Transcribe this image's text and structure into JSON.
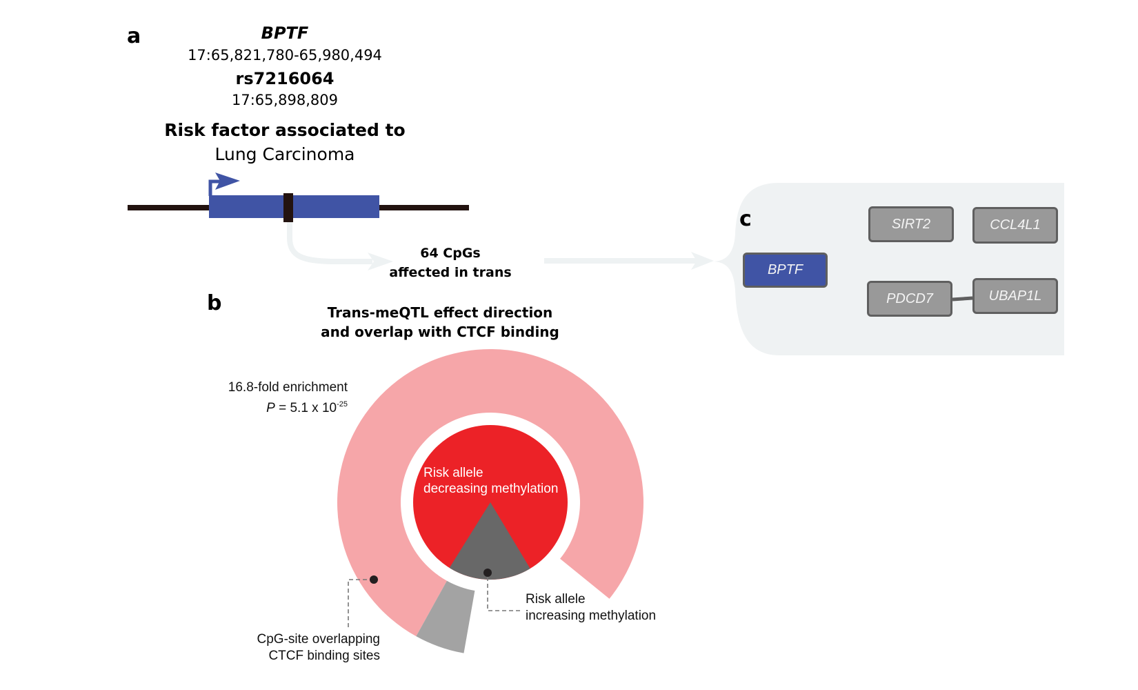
{
  "colors": {
    "gene_blue": "#4054a5",
    "chromosome_line": "#231310",
    "arrow_light": "#eef2f3",
    "panel_c_bg": "#eff2f3",
    "ring_pink": "#f6a6a9",
    "risk_red": "#ec2227",
    "dark_gray": "#686868",
    "ctcf_gray": "#a3a3a3",
    "gene_box_gray": "#999999",
    "gene_box_border": "#5f5f5f"
  },
  "panel_a": {
    "letter": "a",
    "gene_name": "BPTF",
    "gene_coords": "17:65,821,780-65,980,494",
    "snp_id": "rs7216064",
    "snp_coords": "17:65,898,809",
    "risk_heading": "Risk factor associated to",
    "disease": "Lung Carcinoma"
  },
  "flow": {
    "cpg_line1": "64 CpGs",
    "cpg_line2": "affected in trans"
  },
  "panel_b": {
    "letter": "b",
    "title_line1": "Trans-meQTL effect direction",
    "title_line2": "and overlap with CTCF binding",
    "enrichment": "16.8-fold enrichment",
    "p_label": "P",
    "p_value_text": " = 5.1 x 10",
    "p_exponent": "-25",
    "inner_label_line1": "Risk allele",
    "inner_label_line2": "decreasing methylation",
    "increasing_label_line1": "Risk allele",
    "increasing_label_line2": "increasing methylation",
    "ctcf_label_line1": "CpG-site overlapping",
    "ctcf_label_line2": "CTCF binding sites"
  },
  "panel_c": {
    "letter": "c",
    "genes": [
      {
        "name": "BPTF",
        "highlight": true
      },
      {
        "name": "SIRT2",
        "highlight": false
      },
      {
        "name": "CCL4L1",
        "highlight": false
      },
      {
        "name": "PDCD7",
        "highlight": false
      },
      {
        "name": "UBAP1L",
        "highlight": false
      }
    ],
    "edges": [
      [
        "PDCD7",
        "UBAP1L"
      ]
    ]
  }
}
